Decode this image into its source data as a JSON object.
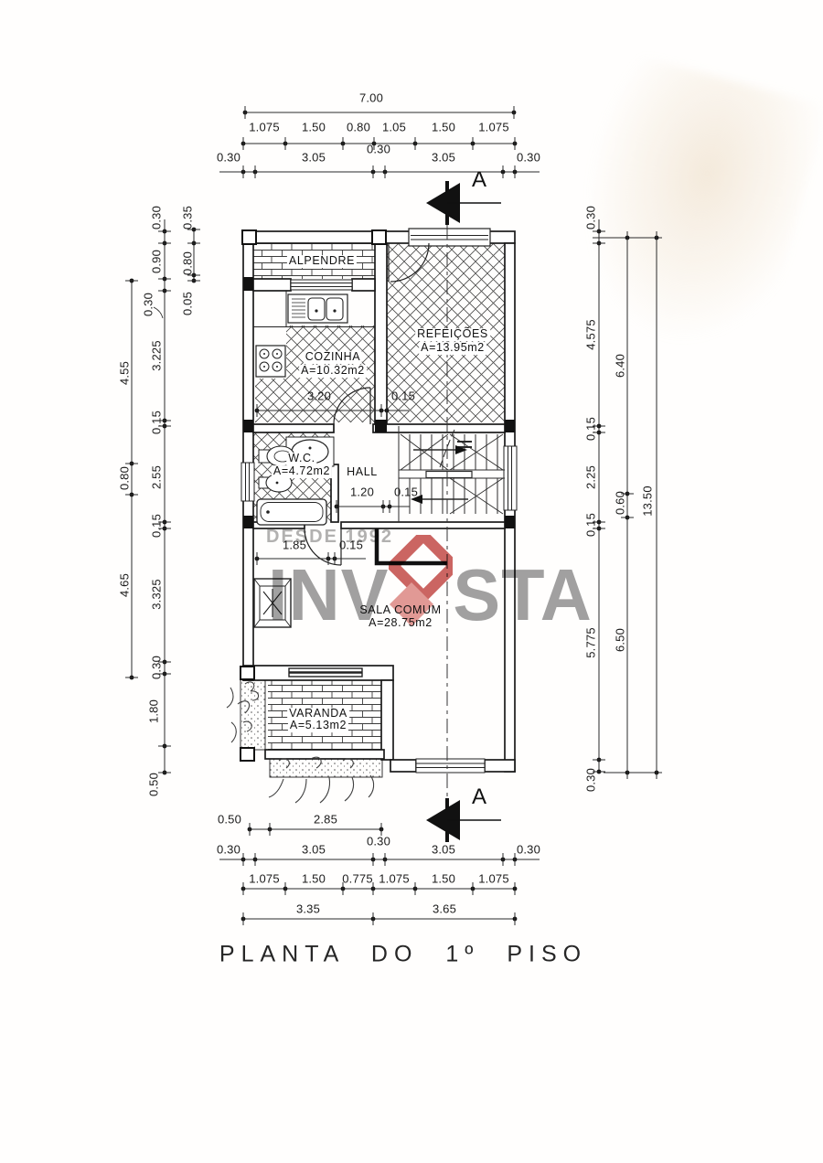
{
  "page": {
    "title": "PLANTA DO 1º PISO"
  },
  "section_marker": {
    "label": "A"
  },
  "watermark": {
    "tagline": "DESDE 1992",
    "brand_start": "INV",
    "brand_end": "STA",
    "gem_ring_color": "#c4504e",
    "gem_fill_color": "#dd8d88",
    "text_color": "#8a8a8a"
  },
  "rooms": {
    "alpendre": {
      "name": "ALPENDRE"
    },
    "cozinha": {
      "name": "COZINHA",
      "area": "A=10.32m2"
    },
    "refeicoes": {
      "name": "REFEIÇÕES",
      "area": "A=13.95m2"
    },
    "wc": {
      "name": "W.C.",
      "area": "A=4.72m2"
    },
    "hall": {
      "name": "HALL"
    },
    "sala": {
      "name": "SALA COMUM",
      "area": "A=28.75m2"
    },
    "varanda": {
      "name": "VARANDA",
      "area": "A=5.13m2"
    }
  },
  "dimensions": {
    "top": {
      "overall": "7.00",
      "row2": [
        "1.075",
        "1.50",
        "0.80",
        "1.05",
        "1.50",
        "1.075"
      ],
      "row3": [
        "0.30",
        "3.05",
        "0.30",
        "3.05",
        "0.30"
      ]
    },
    "left": {
      "outer": [
        "4.55",
        "0.80",
        "4.65"
      ],
      "inner": [
        "0.30",
        "0.90",
        "0.30",
        "3.225",
        "0.15",
        "2.55",
        "0.15",
        "3.325",
        "0.30",
        "1.80",
        "0.50"
      ],
      "detail": [
        "0.35",
        "0.80",
        "0.05"
      ]
    },
    "right": {
      "inner": [
        "0.30",
        "4.575",
        "0.15",
        "2.25",
        "0.15",
        "5.775",
        "0.30"
      ],
      "middle": [
        "6.40",
        "0.60",
        "6.50"
      ],
      "outer": "13.50"
    },
    "bottom": {
      "row1": [
        "0.50",
        "2.85"
      ],
      "row2": [
        "0.30",
        "3.05",
        "0.30",
        "3.05",
        "0.30"
      ],
      "row3": [
        "1.075",
        "1.50",
        "0.775",
        "1.075",
        "1.50",
        "1.075"
      ],
      "row4": [
        "3.35",
        "3.65"
      ]
    },
    "interior": {
      "kitchen": [
        "3.20",
        "0.15"
      ],
      "hall": [
        "1.20",
        "0.15"
      ],
      "sala": [
        "1.85",
        "0.15"
      ]
    }
  }
}
